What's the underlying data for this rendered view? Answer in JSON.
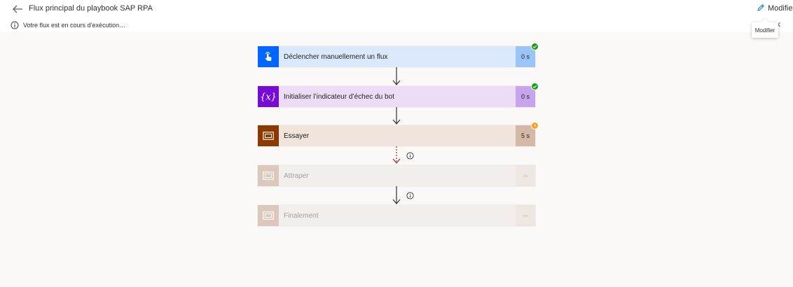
{
  "header": {
    "title": "Flux principal du playbook SAP RPA",
    "edit_label": "Modifier",
    "tooltip": "Modifier"
  },
  "info_bar": {
    "message": "Votre flux est en cours d’exécution…"
  },
  "colors": {
    "success": "#13a10e",
    "running": "#f7a21c",
    "trigger": "#0066ff",
    "variable": "#770bd6",
    "scope": "#8c3900"
  },
  "steps": [
    {
      "label": "Déclencher manuellement un flux",
      "duration": "0 s",
      "status": "success",
      "icon": "touch-icon"
    },
    {
      "label": "Initialiser l’indicateur d’échec du bot",
      "duration": "0 s",
      "status": "success",
      "icon": "variable-icon"
    },
    {
      "label": "Essayer",
      "duration": "5 s",
      "status": "running",
      "icon": "scope-icon"
    },
    {
      "label": "Attraper",
      "duration": "--",
      "status": "pending",
      "icon": "scope-icon"
    },
    {
      "label": "Finalement",
      "duration": "--",
      "status": "pending",
      "icon": "scope-icon"
    }
  ]
}
